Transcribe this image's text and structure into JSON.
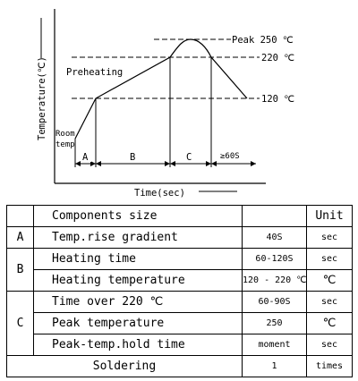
{
  "diagram": {
    "y_axis_label": "Temperature(℃)",
    "x_axis_label": "Time(sec)",
    "preheating_label": "Preheating",
    "room_temp_label_1": "Room",
    "room_temp_label_2": "temp",
    "peak_label": "Peak 250 ℃",
    "level_220_label": "220 ℃",
    "level_120_label": "120 ℃",
    "zone_a": "A",
    "zone_b": "B",
    "zone_c": "C",
    "zone_hold": "≥60S"
  },
  "table": {
    "header": {
      "item": "Components size",
      "unit": "Unit"
    },
    "rows": [
      {
        "key": "A",
        "item": "Temp.rise gradient",
        "value": "40S",
        "unit": "sec"
      },
      {
        "key": "B",
        "item": "Heating time",
        "value": "60-120S",
        "unit": "sec"
      },
      {
        "item": "Heating temperature",
        "value": "120 - 220 ℃",
        "unit": "℃"
      },
      {
        "key": "C",
        "item": "Time over 220 ℃",
        "value": "60-90S",
        "unit": "sec"
      },
      {
        "item": "Peak temperature",
        "value": "250",
        "unit": "℃"
      },
      {
        "item": "Peak-temp.hold time",
        "value": "moment",
        "unit": "sec"
      },
      {
        "item": "Soldering",
        "value": "1",
        "unit": "times"
      }
    ]
  }
}
